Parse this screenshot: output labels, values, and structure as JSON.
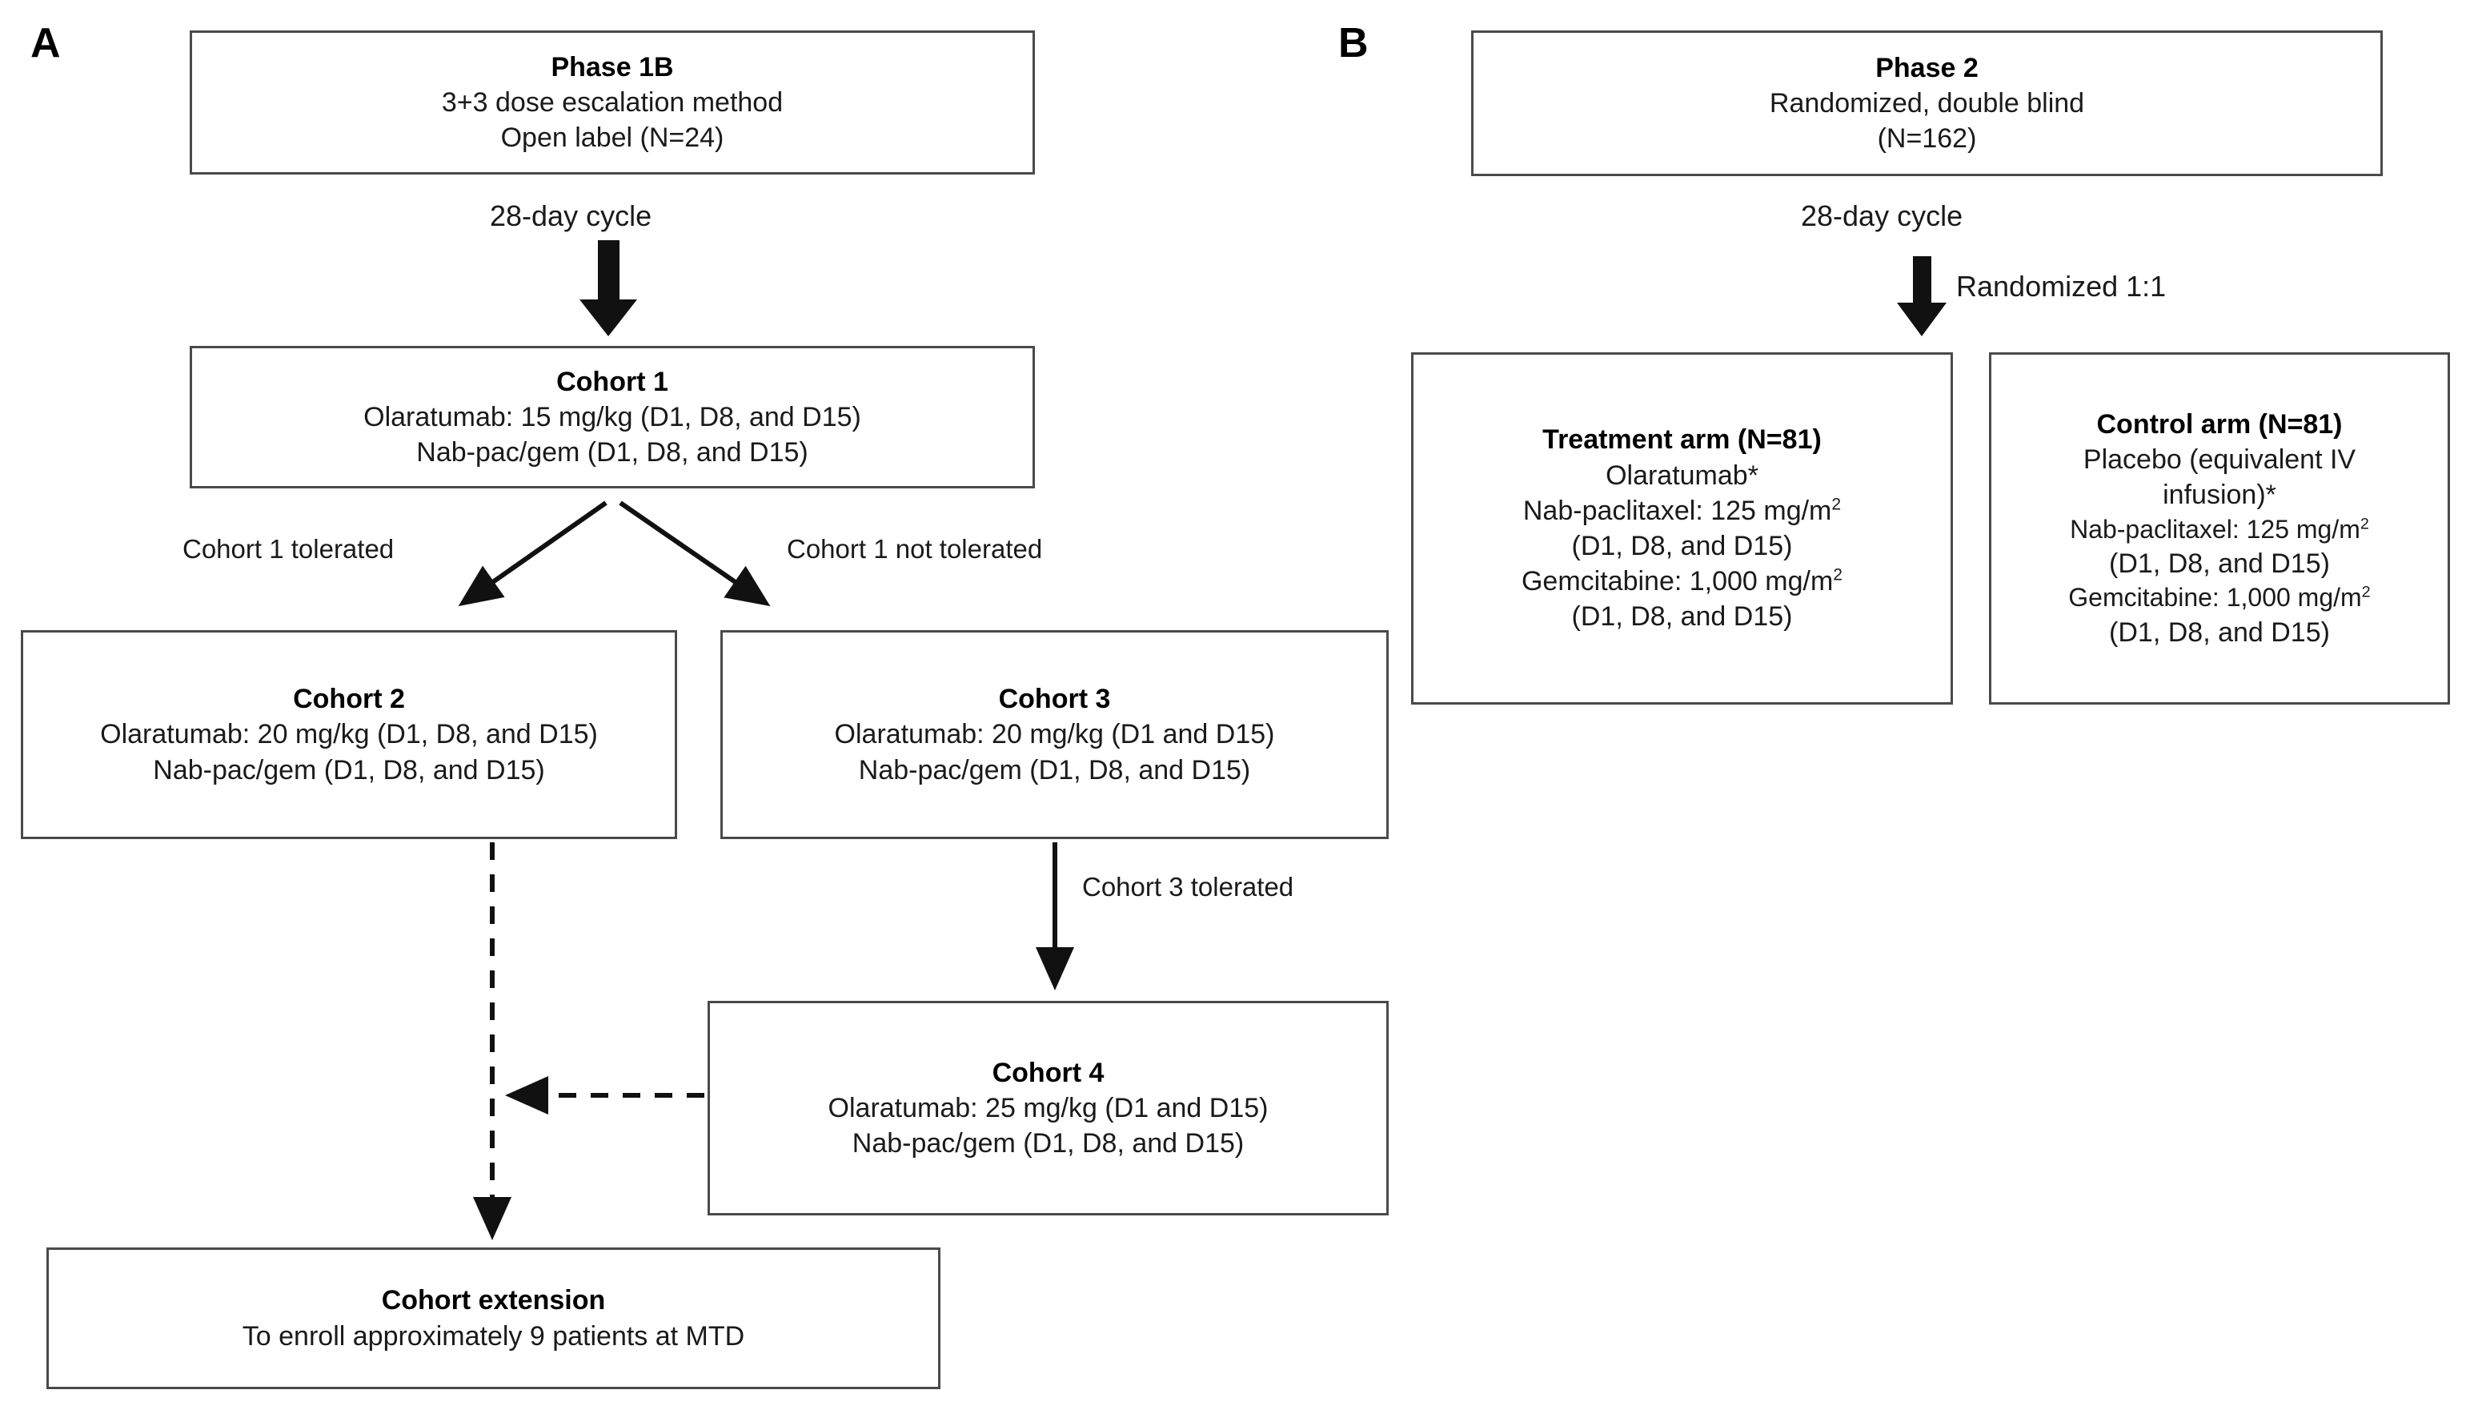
{
  "figure": {
    "type": "clinical-trial-flow-diagram",
    "panels": [
      {
        "letter": "A",
        "title_box": {
          "title": "Phase 1B",
          "lines": [
            "3+3 dose escalation method",
            "Open label (N=24)"
          ]
        }
      },
      {
        "letter": "B",
        "title_box": {
          "title": "Phase 2",
          "lines": [
            "Randomized, double blind",
            "(N=162)"
          ]
        }
      }
    ]
  },
  "panelA": {
    "letter": "A",
    "phase_box": {
      "title": "Phase 1B",
      "line1": "3+3 dose escalation method",
      "line2": "Open label (N=24)"
    },
    "cycle_label": "28-day cycle",
    "cohort1": {
      "title": "Cohort 1",
      "line1": "Olaratumab: 15 mg/kg (D1, D8, and D15)",
      "line2": "Nab-pac/gem (D1, D8, and D15)"
    },
    "branch_left_label": "Cohort 1 tolerated",
    "branch_right_label": "Cohort 1 not tolerated",
    "cohort2": {
      "title": "Cohort 2",
      "line1": "Olaratumab: 20 mg/kg (D1, D8, and D15)",
      "line2": "Nab-pac/gem (D1, D8, and D15)"
    },
    "cohort3": {
      "title": "Cohort 3",
      "line1": "Olaratumab: 20 mg/kg (D1 and D15)",
      "line2": "Nab-pac/gem (D1, D8, and D15)"
    },
    "cohort3_tolerated_label": "Cohort 3 tolerated",
    "cohort4": {
      "title": "Cohort 4",
      "line1": "Olaratumab: 25 mg/kg (D1 and D15)",
      "line2": "Nab-pac/gem (D1, D8, and D15)"
    },
    "cohort_extension": {
      "title": "Cohort extension",
      "line1": "To enroll approximately 9 patients at MTD"
    }
  },
  "panelB": {
    "letter": "B",
    "phase_box": {
      "title": "Phase 2",
      "line1": "Randomized, double blind",
      "line2": "(N=162)"
    },
    "cycle_label": "28-day cycle",
    "randomized_label": "Randomized 1:1",
    "treatment_arm": {
      "title": "Treatment arm (N=81)",
      "line1": "Olaratumab*",
      "line2_pre": "Nab-paclitaxel: 125 mg/m",
      "line2_sup": "2",
      "line3": "(D1, D8, and D15)",
      "line4_pre": "Gemcitabine: 1,000 mg/m",
      "line4_sup": "2",
      "line5": "(D1, D8, and D15)"
    },
    "control_arm": {
      "title": "Control arm (N=81)",
      "line1": "Placebo (equivalent IV",
      "line2": "infusion)*",
      "line3_pre": "Nab-paclitaxel: 125 mg/m",
      "line3_sup": "2",
      "line4": "(D1, D8, and D15)",
      "line5_pre": "Gemcitabine: 1,000 mg/m",
      "line5_sup": "2",
      "line6": "(D1, D8, and D15)"
    }
  },
  "colors": {
    "box_border": "#4a4a4a",
    "arrow": "#111111",
    "text": "#1a1a1a",
    "background": "#ffffff"
  }
}
